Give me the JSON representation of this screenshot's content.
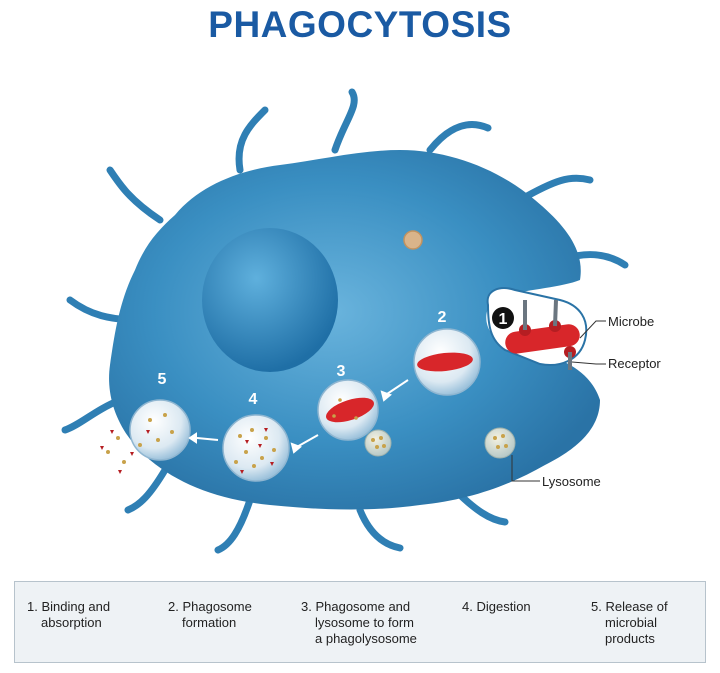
{
  "title": "PHAGOCYTOSIS",
  "stage_numbers": [
    "1",
    "2",
    "3",
    "4",
    "5"
  ],
  "labels": {
    "microbe": "Microbe",
    "receptor": "Receptor",
    "lysosome": "Lysosome"
  },
  "steps": [
    {
      "l1": "1. Binding and",
      "l2": "absorption",
      "l3": ""
    },
    {
      "l1": "2. Phagosome",
      "l2": "formation",
      "l3": ""
    },
    {
      "l1": "3. Phagosome and",
      "l2": "lysosome to form",
      "l3": "a phagolysosome"
    },
    {
      "l1": "4. Digestion",
      "l2": "",
      "l3": ""
    },
    {
      "l1": "5. Release of",
      "l2": "microbial",
      "l3": "products"
    }
  ],
  "colors": {
    "title": "#1a5aa3",
    "cell": "#3a8fc2",
    "nucleus": "#2f86bf",
    "microbe": "#d8262a",
    "lysosome_granule": "#c8a24a"
  }
}
